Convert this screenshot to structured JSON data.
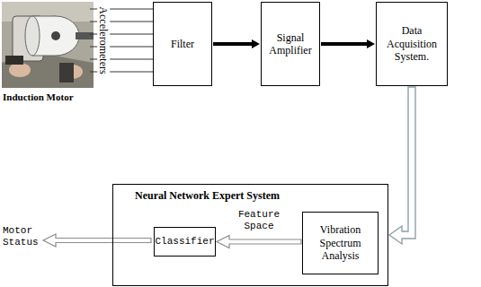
{
  "diagram": {
    "nodes": [
      {
        "text": [
          "Filter"
        ]
      },
      {
        "text": [
          "Signal Amplifier"
        ]
      },
      {
        "text": [
          "Data Acquisition System."
        ]
      },
      {
        "text": [
          "Neural Network Expert System"
        ]
      },
      {
        "text": [
          "Classifier"
        ],
        "in": 3
      },
      {
        "text": [
          "Vibration Spectrum Analysis"
        ],
        "in": 3
      }
    ],
    "edges": [
      {
        "from": 0,
        "to": 1,
        "arrow": "to"
      },
      {
        "from": 1,
        "to": 2,
        "arrow": "to"
      },
      {
        "from": 2,
        "to": 3,
        "arrow": "to"
      },
      {
        "from": 5,
        "to": 4,
        "label": "Feature Space",
        "arrow": "to"
      }
    ],
    "labels": [
      "Accelerometers",
      "Induction Motor",
      "Motor Status"
    ]
  }
}
